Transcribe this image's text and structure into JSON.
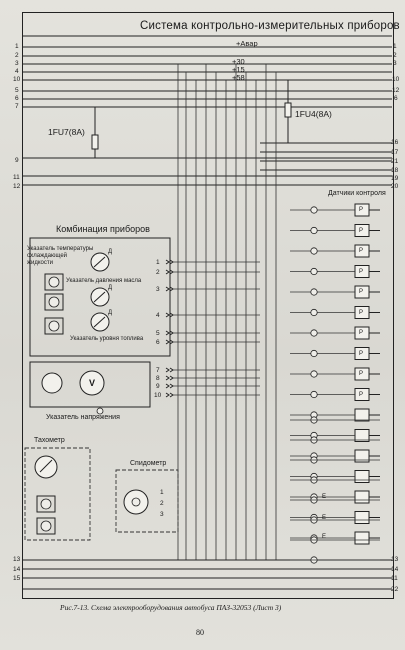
{
  "header": {
    "title": "Система     контрольно-измерительных приборов"
  },
  "buses": {
    "avar": "+Авар",
    "p30": "+30",
    "p15": "+15",
    "p58": "+58"
  },
  "fuses": {
    "fu7": "1FU7(8A)",
    "fu4": "1FU4(8A)"
  },
  "left_numbers": [
    "1",
    "2",
    "3",
    "4",
    "10",
    "5",
    "6",
    "7",
    "9",
    "11",
    "12",
    "13",
    "14",
    "15"
  ],
  "right_numbers": [
    "1",
    "2",
    "3",
    "10",
    "12",
    "6",
    "16",
    "17",
    "21",
    "18",
    "19",
    "20",
    "13",
    "14",
    "11",
    "22"
  ],
  "connector_numbers": [
    "1",
    "2",
    "3",
    "4",
    "5",
    "6",
    "7",
    "8",
    "9",
    "10",
    "1",
    "2",
    "3"
  ],
  "labels": {
    "combination": "Комбинация приборов",
    "temp_line1": "Указатель температуры",
    "temp_line2": "охлаждающей",
    "temp_line3": "жидкости",
    "oil_pressure": "Указатель давления масла",
    "fuel_level": "Указатель уровня топлива",
    "voltage": "Указатель напряжения",
    "tachometer": "Тахометр",
    "speedometer": "Спидометр",
    "sensors": "Датчики контроля",
    "sensor_letter": "P",
    "gauge_letter": "Д",
    "lamp_letter": "E",
    "voltmeter_letter": "V"
  },
  "caption": "Рис.7-13. Схема электрооборудования автобуса ПАЗ-32053 (Лист 3)",
  "page_number": "80"
}
